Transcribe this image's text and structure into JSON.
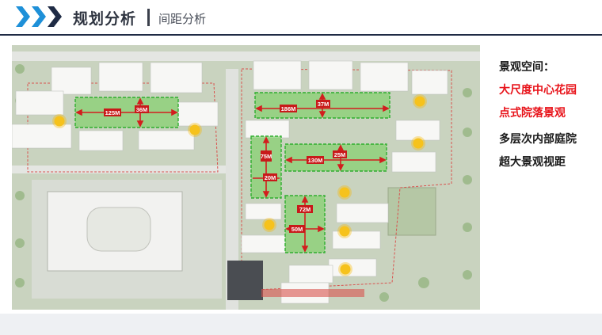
{
  "header": {
    "title": "规划分析",
    "subtitle": "间距分析"
  },
  "sidebar": {
    "heading": "景观空间：",
    "item1": "大尺度中心花园",
    "item2": "点式院落景观",
    "item3": "多层次内部庭院",
    "item4": "超大景观视距"
  },
  "dimensions": {
    "d125": "125M",
    "d36": "36M",
    "d186": "186M",
    "d37": "37M",
    "d75": "75M",
    "d20": "20M",
    "d130": "130M",
    "d25": "25M",
    "d72": "72M",
    "d50": "50M"
  },
  "colors": {
    "accent_red": "#e8141b",
    "chevron_blue": "#1e90d8",
    "chevron_dark": "#1f2b45",
    "green_zone": "#3ec43e"
  }
}
